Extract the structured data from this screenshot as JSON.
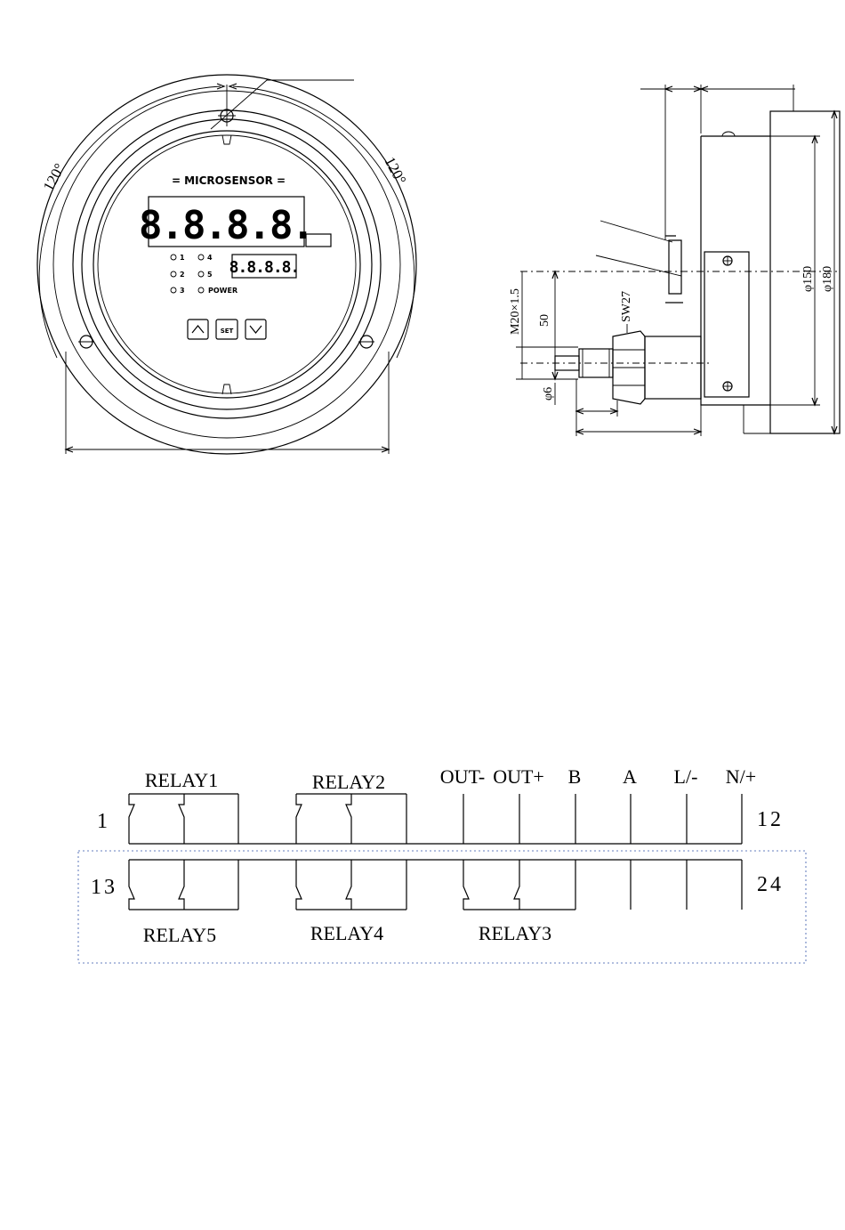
{
  "front_view": {
    "brand": "= MICROSENSOR =",
    "main_display": "8.8.8.8.",
    "sub_display": "8.8.8.8.",
    "indicators": [
      "1",
      "2",
      "3",
      "4",
      "5",
      "POWER"
    ],
    "buttons": {
      "up": "up-arrow-icon",
      "set": "SET",
      "down": "down-arrow-icon"
    },
    "angle_left": "120°",
    "angle_right": "120°"
  },
  "side_view": {
    "dim_thread": "M20×1.5",
    "dim_50": "50",
    "dim_sw": "SW27",
    "dim_phi6": "φ6",
    "dim_phi150": "φ150",
    "dim_phi180": "φ180"
  },
  "terminal_diagram": {
    "top_labels": [
      "RELAY1",
      "RELAY2",
      "OUT-",
      "OUT+",
      "B",
      "A",
      "L/-",
      "N/+"
    ],
    "bottom_labels": [
      "RELAY5",
      "RELAY4",
      "RELAY3"
    ],
    "pin_top_left": "1",
    "pin_top_right": "12",
    "pin_bottom_left": "13",
    "pin_bottom_right": "24"
  }
}
